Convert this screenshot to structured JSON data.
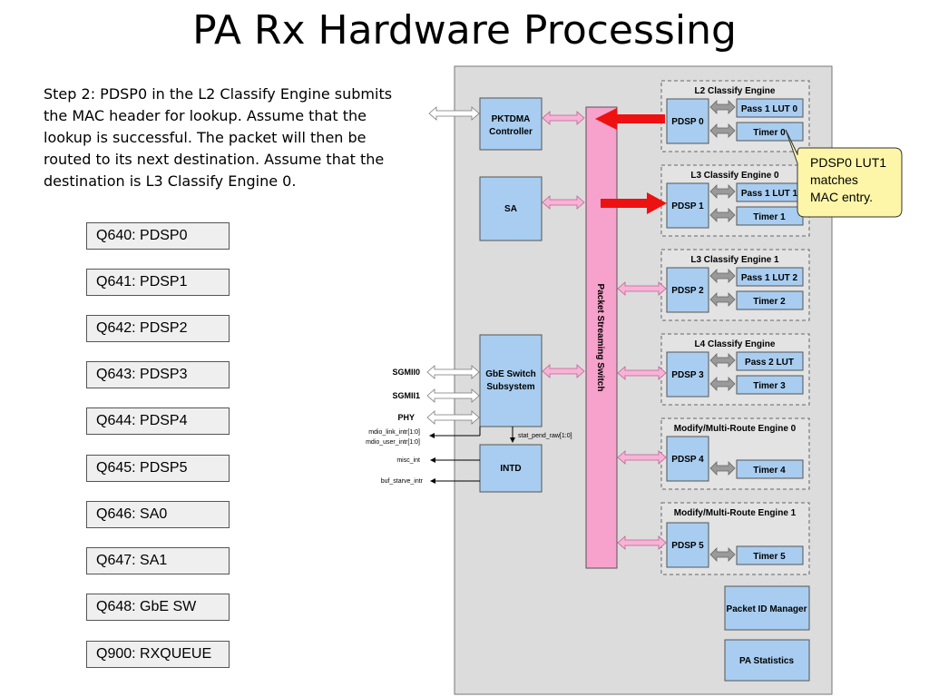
{
  "title": "PA Rx Hardware Processing",
  "description": "Step 2: PDSP0 in the L2 Classify Engine submits the MAC header for lookup. Assume that the lookup is successful. The packet will then be routed to its next destination. Assume that the destination is L3 Classify Engine 0.",
  "queues": [
    "Q640: PDSP0",
    "Q641: PDSP1",
    "Q642: PDSP2",
    "Q643: PDSP3",
    "Q644: PDSP4",
    "Q645: PDSP5",
    "Q646: SA0",
    "Q647: SA1",
    "Q648: GbE SW",
    "Q900: RXQUEUE"
  ],
  "diagram": {
    "pktdma_line1": "PKTDMA",
    "pktdma_line2": "Controller",
    "sa": "SA",
    "gbe_line1": "GbE Switch",
    "gbe_line2": "Subsystem",
    "intd": "INTD",
    "switch_label": "Packet Streaming Switch",
    "sgmii0": "SGMII0",
    "sgmii1": "SGMII1",
    "phy": "PHY",
    "mdio_link": "mdio_link_intr[1:0]",
    "mdio_user": "mdio_user_intr[1:0]",
    "stat_pend": "stat_pend_raw[1:0]",
    "misc_int": "misc_int",
    "buf_starve": "buf_starve_intr",
    "engines": [
      {
        "title": "L2 Classify Engine",
        "pdsp": "PDSP 0",
        "lut": "Pass 1 LUT 0",
        "timer": "Timer 0"
      },
      {
        "title": "L3 Classify Engine 0",
        "pdsp": "PDSP 1",
        "lut": "Pass 1 LUT 1",
        "timer": "Timer 1"
      },
      {
        "title": "L3 Classify Engine 1",
        "pdsp": "PDSP 2",
        "lut": "Pass 1 LUT 2",
        "timer": "Timer 2"
      },
      {
        "title": "L4 Classify Engine",
        "pdsp": "PDSP 3",
        "lut": "Pass 2 LUT",
        "timer": "Timer 3"
      },
      {
        "title": "Modify/Multi-Route Engine 0",
        "pdsp": "PDSP 4",
        "lut": "",
        "timer": "Timer 4"
      },
      {
        "title": "Modify/Multi-Route Engine 1",
        "pdsp": "PDSP 5",
        "lut": "",
        "timer": "Timer 5"
      }
    ],
    "packet_id_manager": "Packet ID Manager",
    "pa_statistics": "PA Statistics",
    "callout": [
      "PDSP0 LUT1",
      "matches",
      "MAC entry."
    ]
  }
}
